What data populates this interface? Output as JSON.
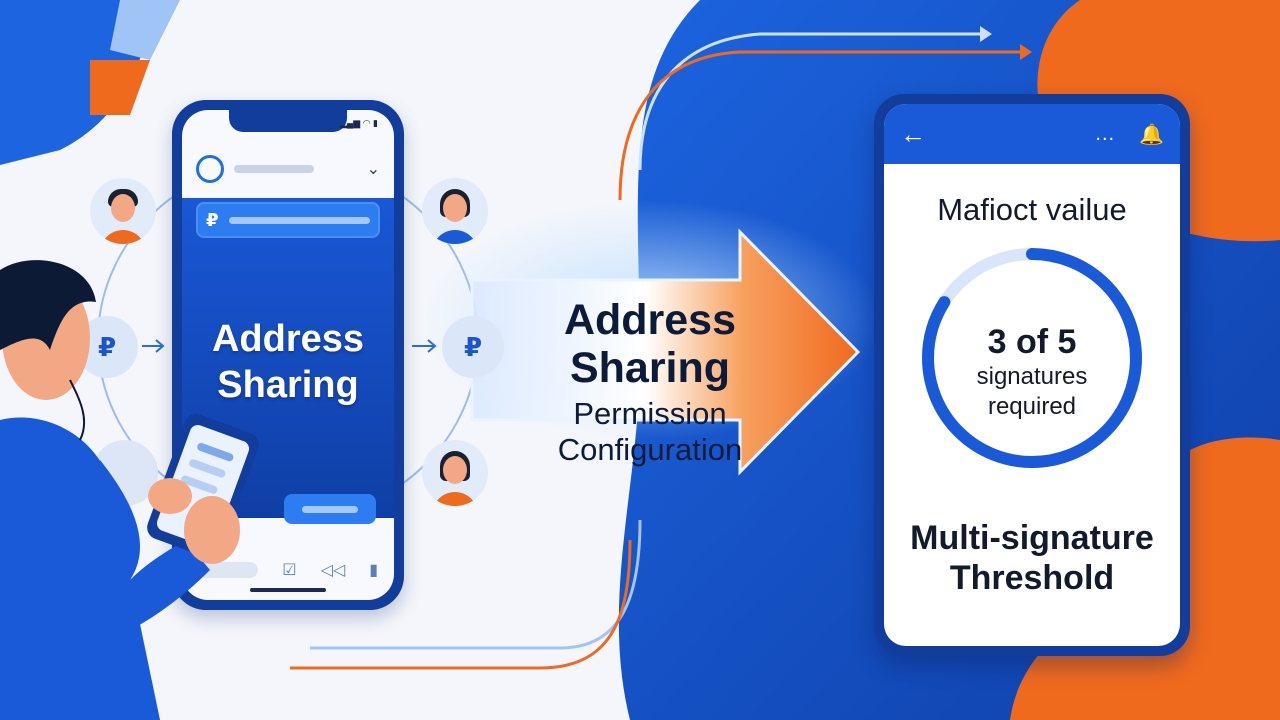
{
  "left_phone": {
    "title_line1": "Address",
    "title_line2": "Sharing",
    "status_icons": "▂▄▆ ◠ ▮",
    "chevron": "⌄",
    "message_icon": "₽"
  },
  "flow": {
    "title_line1": "Address",
    "title_line2": "Sharing",
    "subtitle_line1": "Permission",
    "subtitle_line2": "Configuration"
  },
  "right_phone": {
    "back_icon": "←",
    "more_icon": "...",
    "bell_icon": "🔔",
    "title": "Mafioct vailue",
    "ring": {
      "count_text": "3 of 5",
      "label_line1": "signatures",
      "label_line2": "required",
      "signed": 3,
      "total": 5
    },
    "footer_line1": "Multi-signature",
    "footer_line2": "Threshold"
  },
  "colors": {
    "brand_blue": "#1a5ad8",
    "deep_blue": "#123d9c",
    "accent_orange": "#f06a1e",
    "light_bg": "#f4f6fb"
  },
  "icons": {
    "key_glyph": "₽",
    "bottom_icons": [
      "☑",
      "◁◁",
      "▮"
    ]
  }
}
